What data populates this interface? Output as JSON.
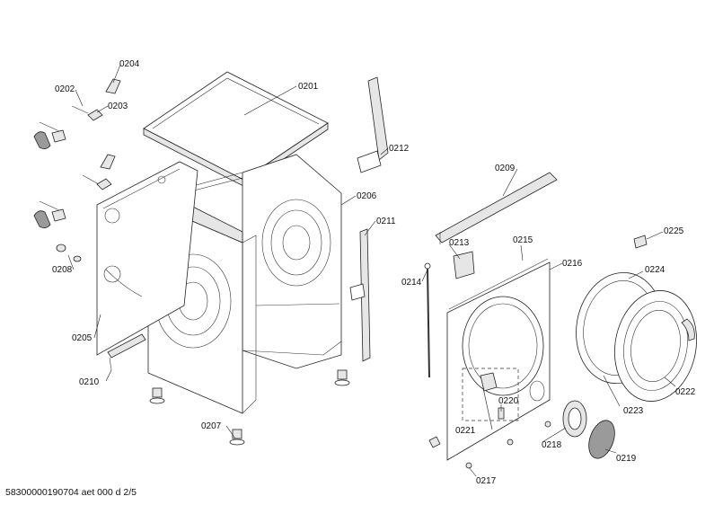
{
  "footer_code": "58300000190704 aet 000 d 2/5",
  "labels": {
    "p0201": "0201",
    "p0202": "0202",
    "p0203": "0203",
    "p0204": "0204",
    "p0205": "0205",
    "p0206": "0206",
    "p0207": "0207",
    "p0208": "0208",
    "p0209": "0209",
    "p0210": "0210",
    "p0211": "0211",
    "p0212": "0212",
    "p0213": "0213",
    "p0214": "0214",
    "p0215": "0215",
    "p0216": "0216",
    "p0217": "0217",
    "p0218": "0218",
    "p0219": "0219",
    "p0220": "0220",
    "p0221": "0221",
    "p0222": "0222",
    "p0223": "0223",
    "p0224": "0224",
    "p0225": "0225"
  }
}
